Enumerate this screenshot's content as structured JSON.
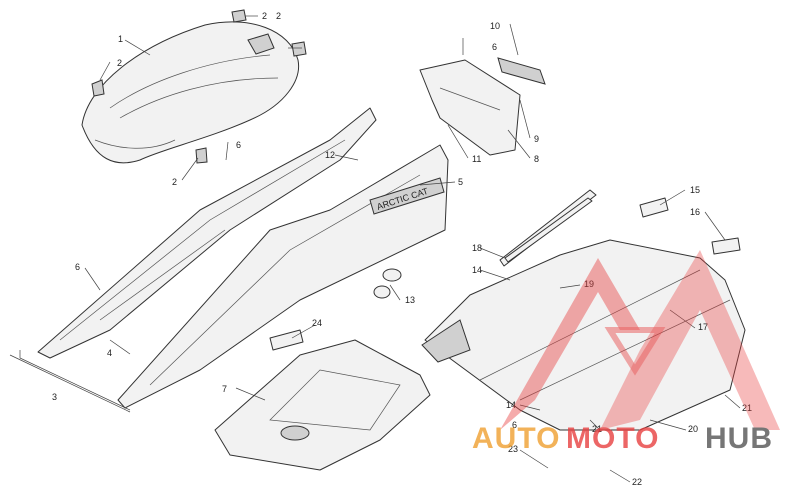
{
  "diagram": {
    "callouts": [
      "1",
      "2",
      "2",
      "2",
      "2",
      "3",
      "4",
      "5",
      "6",
      "6",
      "6",
      "6",
      "7",
      "8",
      "9",
      "10",
      "11",
      "12",
      "13",
      "14",
      "14",
      "15",
      "16",
      "17",
      "18",
      "19",
      "20",
      "21",
      "21",
      "22",
      "23",
      "24"
    ],
    "decal_text": "ARCTIC CAT"
  },
  "watermark": {
    "word_a": "AUTO",
    "word_b": "MOTO",
    "word_c": "HUB",
    "color_a": "#f0a030",
    "color_b": "#e84040",
    "color_c": "#555555"
  }
}
